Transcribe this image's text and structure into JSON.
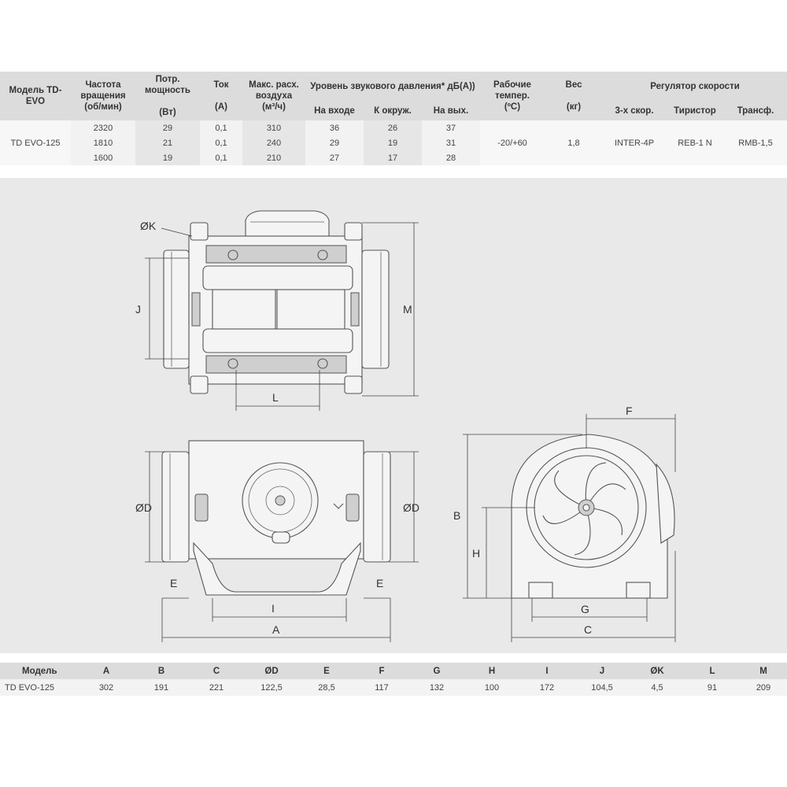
{
  "spec_table": {
    "header": {
      "model": "Модель TD-EVO",
      "speed": "Частота вращения (об/мин)",
      "power_top": "Потр. мощность",
      "power_unit": "(Вт)",
      "current_top": "Ток",
      "current_unit": "(А)",
      "airflow_top": "Макс. расх. воздуха",
      "airflow_unit": "(м³/ч)",
      "sound_top": "Уровень звукового давления* дБ(А))",
      "sound_in": "На входе",
      "sound_env": "К окруж.",
      "sound_out": "На вых.",
      "temp_top": "Рабочие темпер.",
      "temp_unit": "(ºC)",
      "weight_top": "Вес",
      "weight_unit": "(кг)",
      "regulator_top": "Регулятор скорости",
      "reg_3speed": "3-х скор.",
      "reg_thyristor": "Тиристор",
      "reg_transf": "Трансф."
    },
    "model": "TD EVO-125",
    "rows": [
      {
        "speed": "2320",
        "power": "29",
        "current": "0,1",
        "airflow": "310",
        "sound_in": "36",
        "sound_env": "26",
        "sound_out": "37"
      },
      {
        "speed": "1810",
        "power": "21",
        "current": "0,1",
        "airflow": "240",
        "sound_in": "29",
        "sound_env": "19",
        "sound_out": "31"
      },
      {
        "speed": "1600",
        "power": "19",
        "current": "0,1",
        "airflow": "210",
        "sound_in": "27",
        "sound_env": "17",
        "sound_out": "28"
      }
    ],
    "temp": "-20/+60",
    "weight": "1,8",
    "reg_3speed": "INTER-4P",
    "reg_thyristor": "REB-1 N",
    "reg_transf": "RMB-1,5"
  },
  "drawing_labels": {
    "K": "ØK",
    "J": "J",
    "M": "M",
    "L": "L",
    "F": "F",
    "B": "B",
    "H": "H",
    "D_left": "ØD",
    "D_right": "ØD",
    "E_left": "E",
    "E_right": "E",
    "I": "I",
    "A": "A",
    "G": "G",
    "C": "C"
  },
  "dim_table": {
    "headers": [
      "Модель",
      "A",
      "B",
      "C",
      "ØD",
      "E",
      "F",
      "G",
      "H",
      "I",
      "J",
      "ØK",
      "L",
      "M"
    ],
    "row": [
      "TD EVO-125",
      "302",
      "191",
      "221",
      "122,5",
      "28,5",
      "117",
      "132",
      "100",
      "172",
      "104,5",
      "4,5",
      "91",
      "209"
    ]
  }
}
